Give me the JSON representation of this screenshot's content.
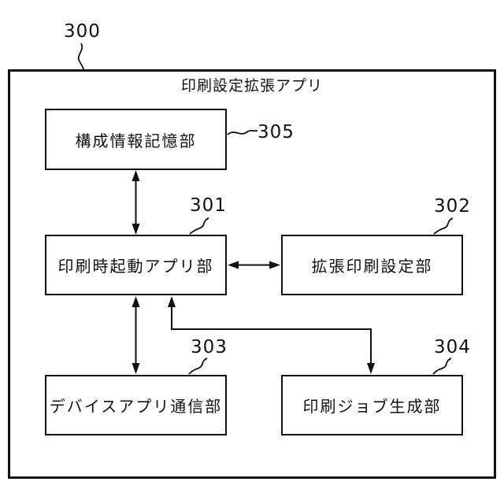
{
  "figure": {
    "fig_ref": "300",
    "title": "印刷設定拡張アプリ",
    "blocks": [
      {
        "ref": "305",
        "label": "構成情報記憶部"
      },
      {
        "ref": "301",
        "label": "印刷時起動アプリ部"
      },
      {
        "ref": "302",
        "label": "拡張印刷設定部"
      },
      {
        "ref": "303",
        "label": "デバイスアプリ通信部"
      },
      {
        "ref": "304",
        "label": "印刷ジョブ生成部"
      }
    ],
    "connections": [
      {
        "from": "305",
        "to": "301",
        "type": "double-headed-vertical"
      },
      {
        "from": "301",
        "to": "302",
        "type": "double-headed-horizontal"
      },
      {
        "from": "301",
        "to": "303",
        "type": "double-headed-vertical"
      },
      {
        "from": "301",
        "to": "304",
        "type": "double-headed-elbow"
      }
    ],
    "colors": {
      "line": "#111111",
      "background": "#ffffff"
    }
  }
}
